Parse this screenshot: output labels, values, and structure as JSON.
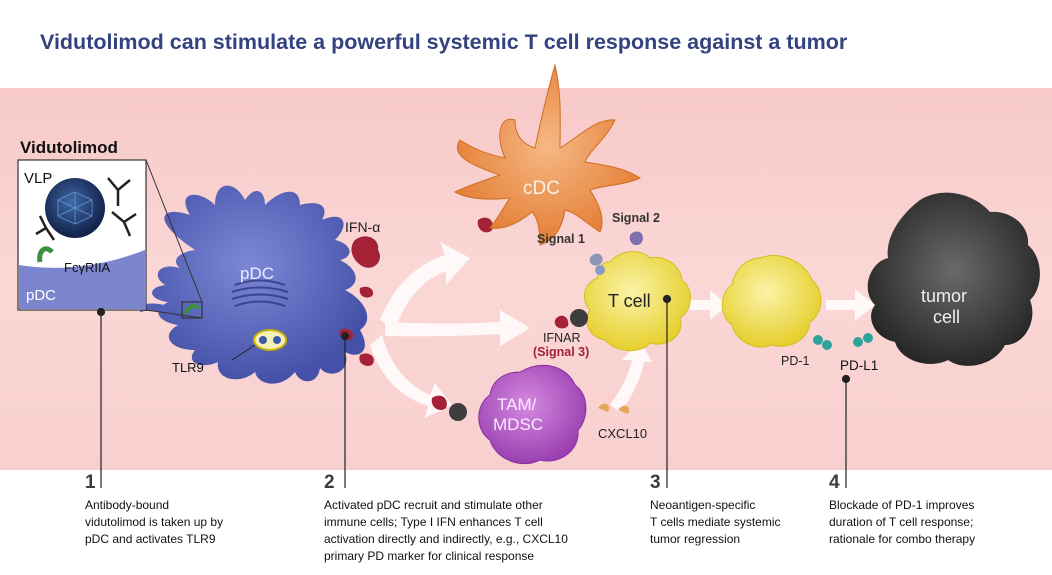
{
  "title": "Vidutolimod can stimulate a powerful systemic T cell response against a tumor",
  "inset": {
    "heading": "Vidutolimod",
    "vlp": "VLP",
    "receptor": "FcγRIIA",
    "cell": "pDC"
  },
  "labels": {
    "pdc": "pDC",
    "tlr9": "TLR9",
    "ifn_alpha": "IFN-α",
    "cdc": "cDC",
    "signal1": "Signal 1",
    "signal2": "Signal 2",
    "tcell": "T cell",
    "ifnar": "IFNAR",
    "signal3": "(Signal 3)",
    "tam_line1": "TAM/",
    "tam_line2": "MDSC",
    "cxcl10": "CXCL10",
    "pd1": "PD-1",
    "pdl1": "PD-L1",
    "tumor_line1": "tumor",
    "tumor_line2": "cell"
  },
  "steps": [
    {
      "num": "1",
      "desc": "Antibody-bound\nvidutolimod is taken up by\npDC and activates TLR9"
    },
    {
      "num": "2",
      "desc": "Activated pDC recruit and stimulate other\nimmune cells; Type I IFN enhances T cell\nactivation directly and indirectly, e.g., CXCL10\nprimary PD marker for clinical response"
    },
    {
      "num": "3",
      "desc": "Neoantigen-specific\nT cells mediate systemic\ntumor regression"
    },
    {
      "num": "4",
      "desc": "Blockade of PD-1 improves\nduration of T cell response;\nrationale for combo therapy"
    }
  ],
  "colors": {
    "title": "#33437f",
    "pdc": "#5360b5",
    "cdc": "#f0924a",
    "tcell": "#f3e04a",
    "tam": "#b052c4",
    "tumor": "#3a3a3a",
    "ifn": "#a52236",
    "signal3": "#a52236"
  }
}
